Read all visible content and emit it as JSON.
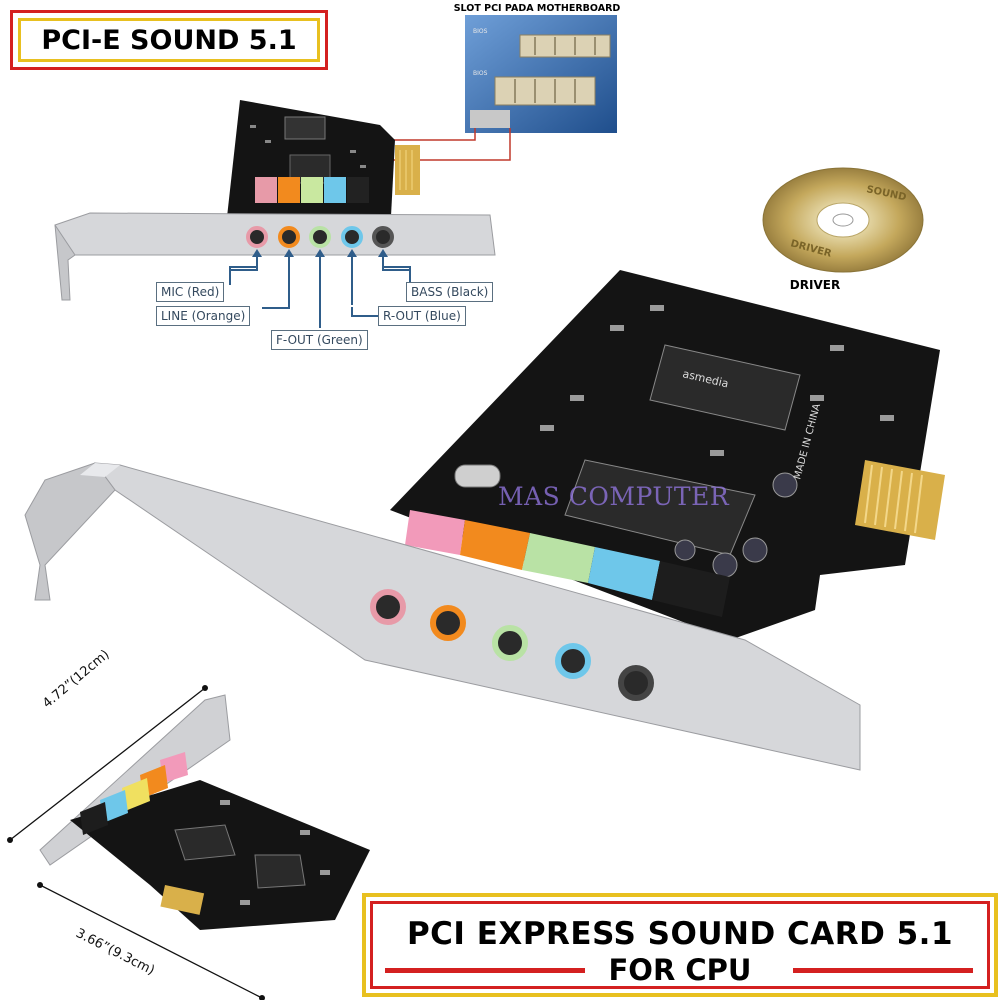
{
  "title_badge": {
    "text": "PCI-E SOUND 5.1"
  },
  "slot_caption": "SLOT PCI PADA MOTHERBOARD",
  "ports": [
    {
      "label": "MIC (Red)",
      "color": "#e79aa8"
    },
    {
      "label": "LINE (Orange)",
      "color": "#f28a1e"
    },
    {
      "label": "F-OUT (Green)",
      "color": "#b9e2a5"
    },
    {
      "label": "R-OUT (Blue)",
      "color": "#6ec7ea"
    },
    {
      "label": "BASS (Black)",
      "color": "#202020"
    }
  ],
  "driver_label": "DRIVER",
  "disc_text": {
    "top": "SOUND",
    "bottom": "DRIVER"
  },
  "chip_brand": "asmedia",
  "made_in": "MADE IN CHINA",
  "watermark": "MAS COMPUTER",
  "dimensions": {
    "length": "4.72”(12cm)",
    "width": "3.66”(9.3cm)"
  },
  "banner": {
    "line1": "PCI EXPRESS SOUND CARD 5.1",
    "line2": "FOR CPU"
  },
  "colors": {
    "badge_border": "#d42020",
    "badge_inner_border": "#e8c020",
    "pcb": "#141414",
    "bracket": "#c8c9cc"
  }
}
